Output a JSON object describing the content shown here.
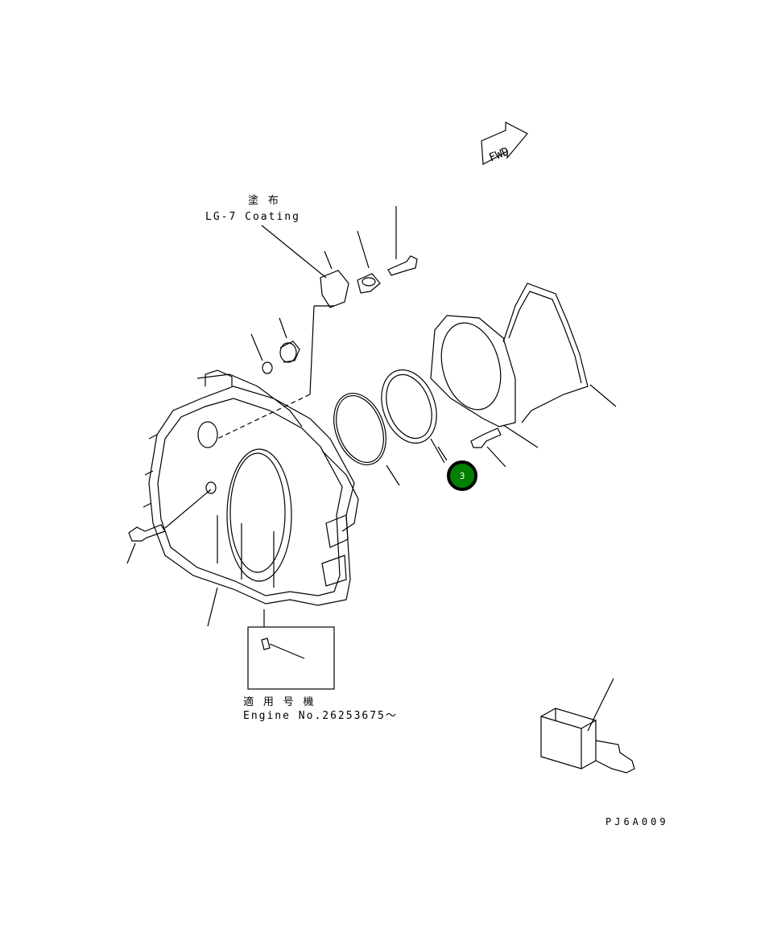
{
  "diagram": {
    "coating_note": {
      "jp": "塗 布",
      "en": "LG-7 Coating"
    },
    "applicable_note": {
      "jp": "適 用 号 機",
      "en": "Engine No.26253675～"
    },
    "fwd_label": "FWD",
    "drawing_code": "PJ6A009",
    "callouts": [
      {
        "number": "3",
        "color": "#008000"
      }
    ]
  }
}
